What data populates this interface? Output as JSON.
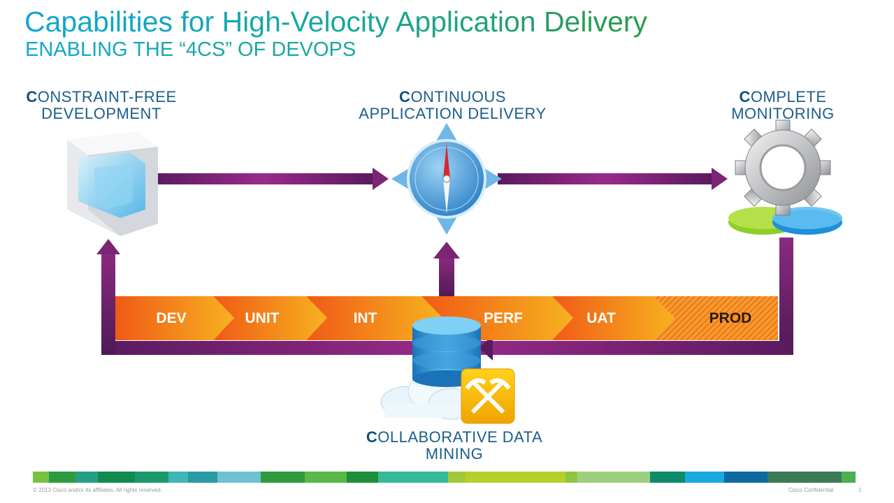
{
  "title": "Capabilities for High-Velocity Application Delivery",
  "subtitle": "ENABLING THE “4CS” OF DEVOPS",
  "nodes": {
    "dev": {
      "first": "C",
      "line1_rest": "ONSTRAINT-FREE",
      "line2": "DEVELOPMENT"
    },
    "delivery": {
      "first": "C",
      "line1_rest": "ONTINUOUS",
      "line2": "APPLICATION DELIVERY"
    },
    "monitor": {
      "first": "C",
      "line1_rest": "OMPLETE",
      "line2": "MONITORING"
    },
    "data": {
      "first": "C",
      "line1_rest": "OLLABORATIVE DATA",
      "line2": "MINING"
    }
  },
  "pipeline": {
    "stages": [
      "DEV",
      "UNIT",
      "INT",
      "PERF",
      "UAT",
      "PROD"
    ]
  },
  "colors": {
    "arrow_purple": "#6b1f6b",
    "stage_orange": "#f26a1b",
    "stage_amber": "#f6a81e",
    "title_teal": "#12a4c6"
  },
  "icons": {
    "dev": "glass-cube-icon",
    "delivery": "compass-icon",
    "monitor": "gear-icon",
    "data": "database-cloud-pickaxe-icon"
  },
  "footer": {
    "copyright": "© 2013 Cisco and/or its affiliates. All rights reserved.",
    "confidential": "Cisco Confidential",
    "page": "1"
  }
}
